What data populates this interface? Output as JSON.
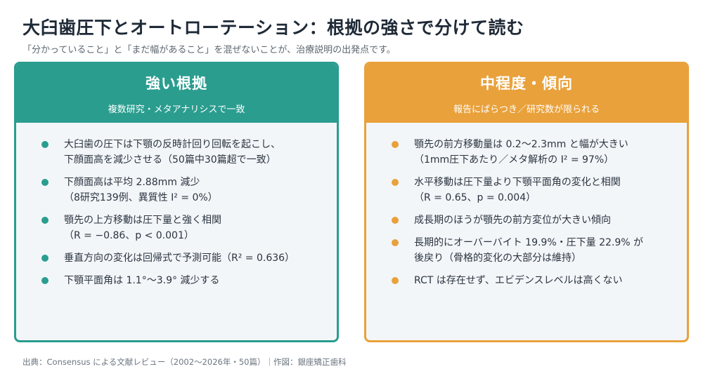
{
  "header": {
    "title": "大臼歯圧下とオートローテーション：根拠の強さで分けて読む",
    "subtitle": "「分かっていること」と「まだ幅があること」を混ぜないことが、治療説明の出発点です。"
  },
  "strong": {
    "title": "強い根拠",
    "subtitle": "複数研究・メタアナリシスで一致",
    "color": "#2a9d8f",
    "items": [
      [
        "大臼歯の圧下は下顎の反時計回り回転を起こし、",
        "下顔面高を減少させる（50篇中30篇超で一致）"
      ],
      [
        "下顔面高は平均 2.88mm 減少",
        "（8研究139例、異質性 I² = 0%）"
      ],
      [
        "顎先の上方移動は圧下量と強く相関",
        "（R = −0.86、p < 0.001）"
      ],
      [
        "垂直方向の変化は回帰式で予測可能（R² = 0.636）"
      ],
      [
        "下顎平面角は 1.1°〜3.9° 減少する"
      ]
    ]
  },
  "moderate": {
    "title": "中程度・傾向",
    "subtitle": "報告にばらつき／研究数が限られる",
    "color": "#e9a13b",
    "items": [
      [
        "顎先の前方移動量は 0.2〜2.3mm と幅が大きい",
        "（1mm圧下あたり／メタ解析の I² = 97%）"
      ],
      [
        "水平移動は圧下量より下顎平面角の変化と相関",
        "（R = 0.65、p = 0.004）"
      ],
      [
        "成長期のほうが顎先の前方変位が大きい傾向"
      ],
      [
        "長期的にオーバーバイト 19.9%・圧下量 22.9% が",
        "後戻り（骨格的変化の大部分は維持）"
      ],
      [
        "RCT は存在せず、エビデンスレベルは高くない"
      ]
    ]
  },
  "footer": {
    "text": "出典：Consensus による文献レビュー（2002〜2026年・50篇）｜作図：銀座矯正歯科"
  }
}
